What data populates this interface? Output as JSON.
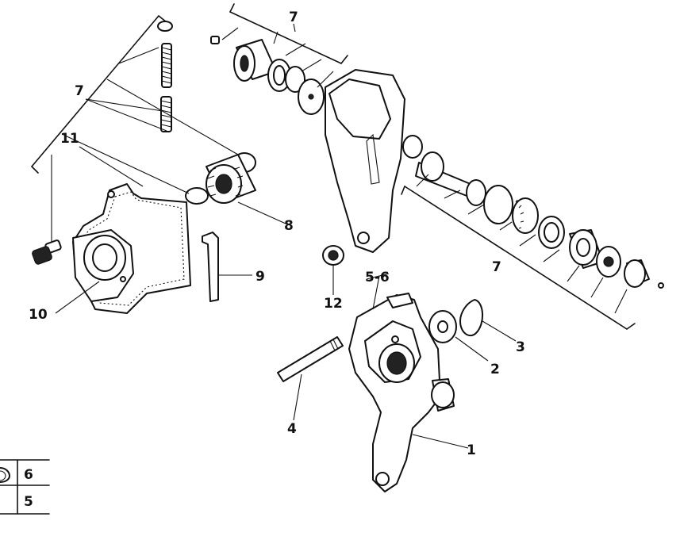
{
  "labels": {
    "c1": "1",
    "c2": "2",
    "c3": "3",
    "c4": "4",
    "c5_6": "5-6",
    "c7a": "7",
    "c7b": "7",
    "c7c": "7",
    "c8": "8",
    "c9": "9",
    "c10": "10",
    "c11": "11",
    "c12": "12"
  },
  "table": {
    "row1": "6",
    "row2": "5"
  }
}
